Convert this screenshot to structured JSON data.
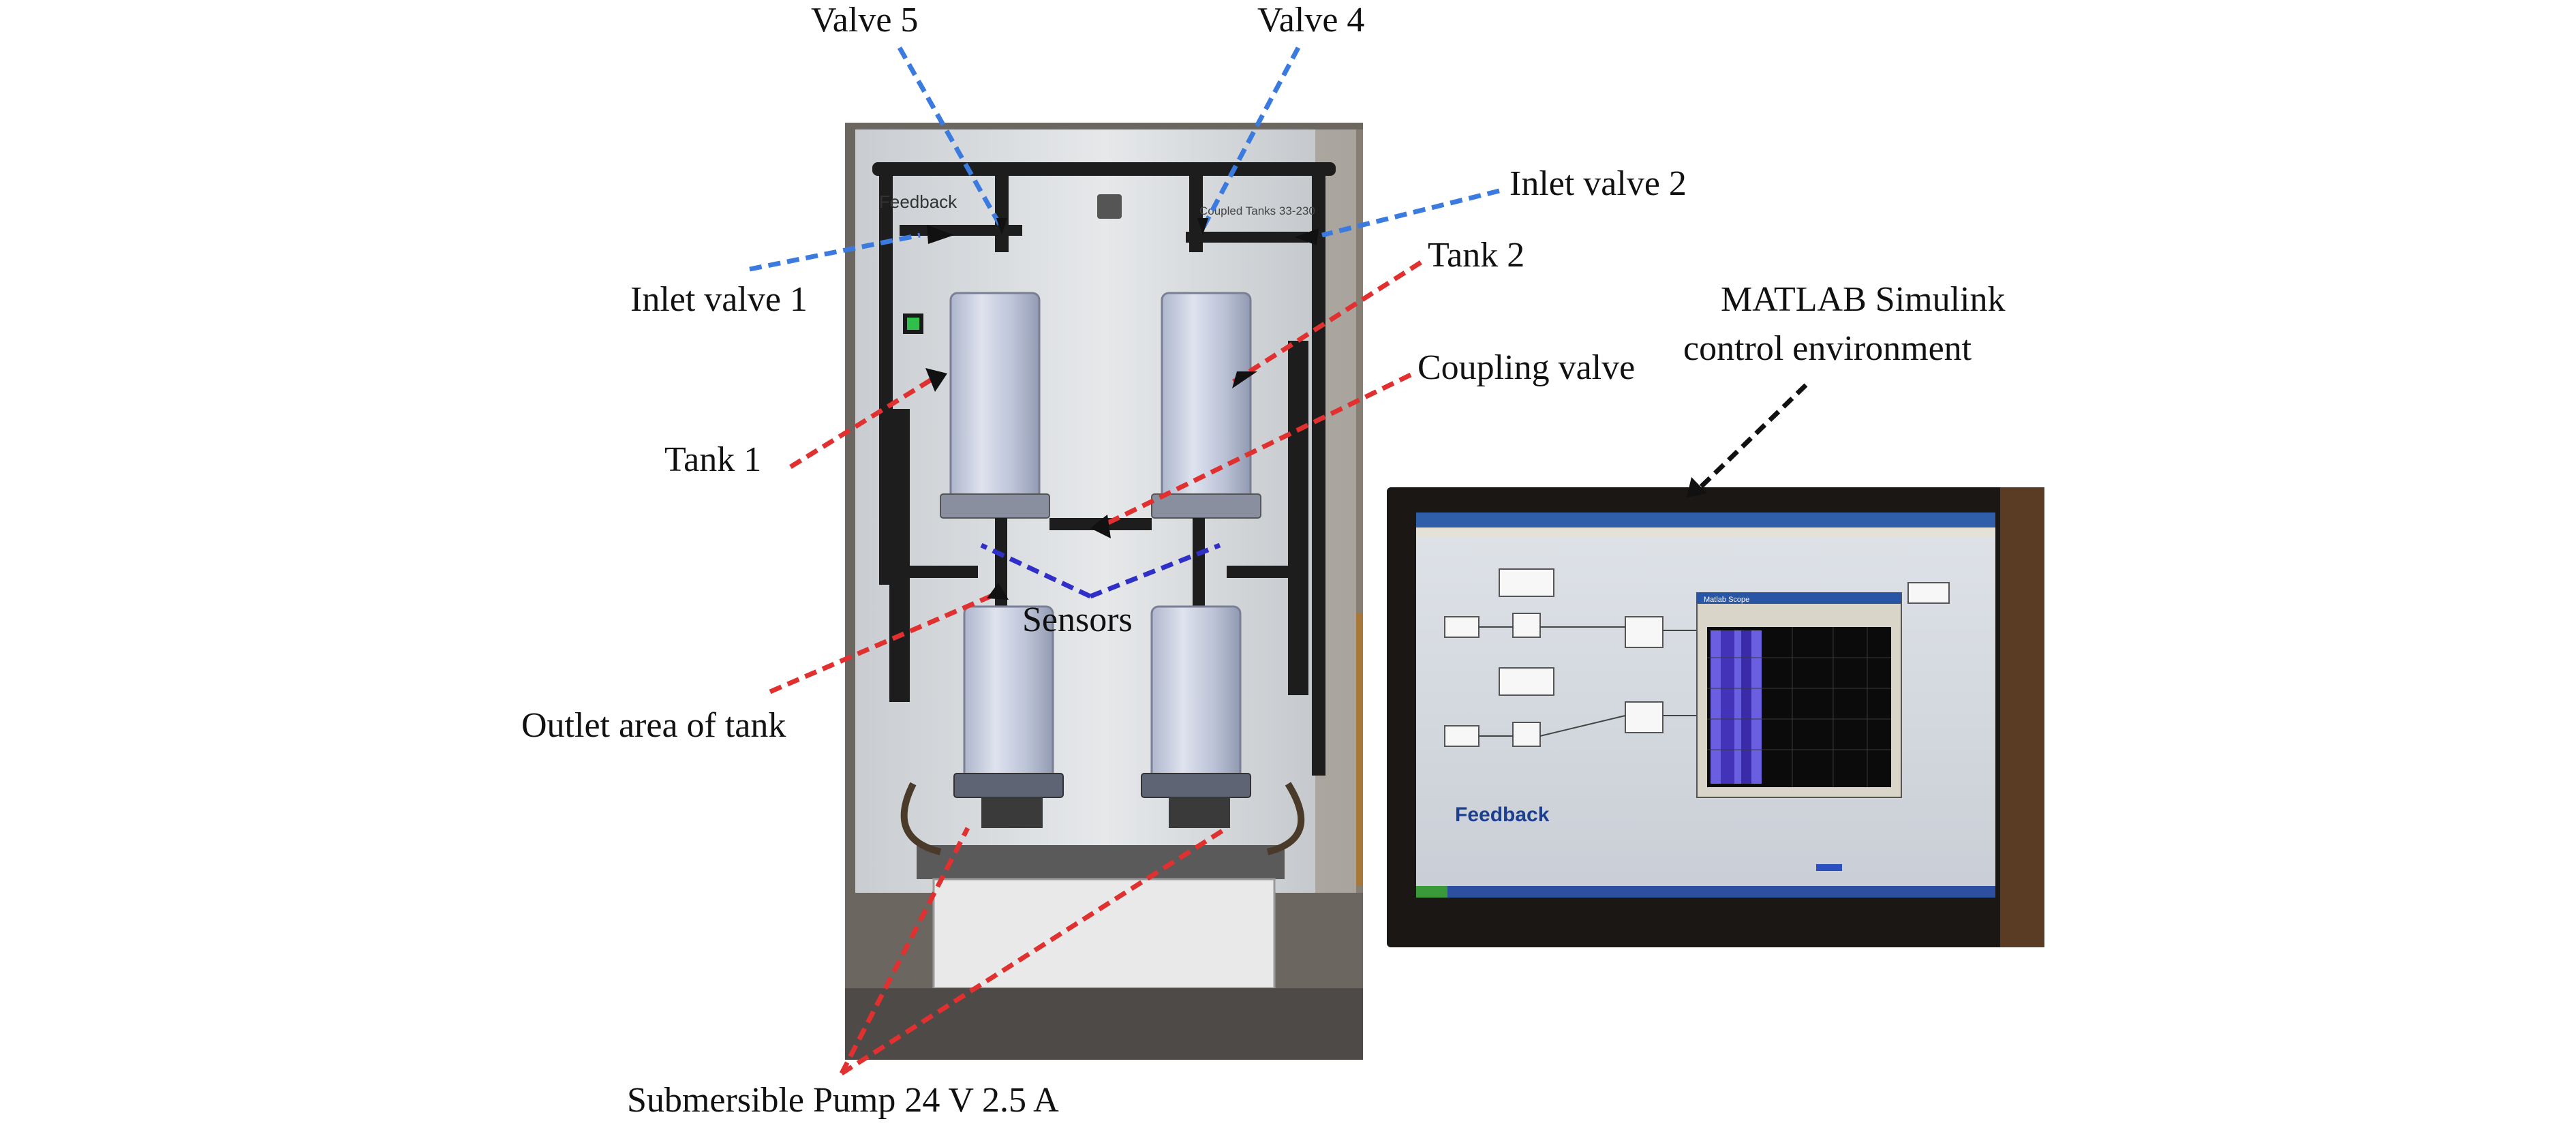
{
  "labels": {
    "valve5": "Valve 5",
    "valve4": "Valve 4",
    "inlet_valve_2": "Inlet valve 2",
    "inlet_valve_1": "Inlet valve 1",
    "tank2": "Tank 2",
    "tank1": "Tank 1",
    "coupling_valve": "Coupling valve",
    "sensors": "Sensors",
    "outlet_area": "Outlet area of tank",
    "pump": "Submersible Pump 24 V 2.5 A",
    "matlab_line1": "MATLAB Simulink",
    "matlab_line2": "control environment"
  },
  "equipment": {
    "brand_text": "Feedback",
    "panel_title": "Coupled Tanks 33-230"
  },
  "monitor": {
    "brand_text": "Feedback",
    "scope_title": "Matlab Scope"
  },
  "colors": {
    "blue_leader": "#3b7be0",
    "red_leader": "#e03030",
    "sensor_leader": "#3030c8",
    "black_leader": "#111111",
    "arrow": "#111111"
  }
}
